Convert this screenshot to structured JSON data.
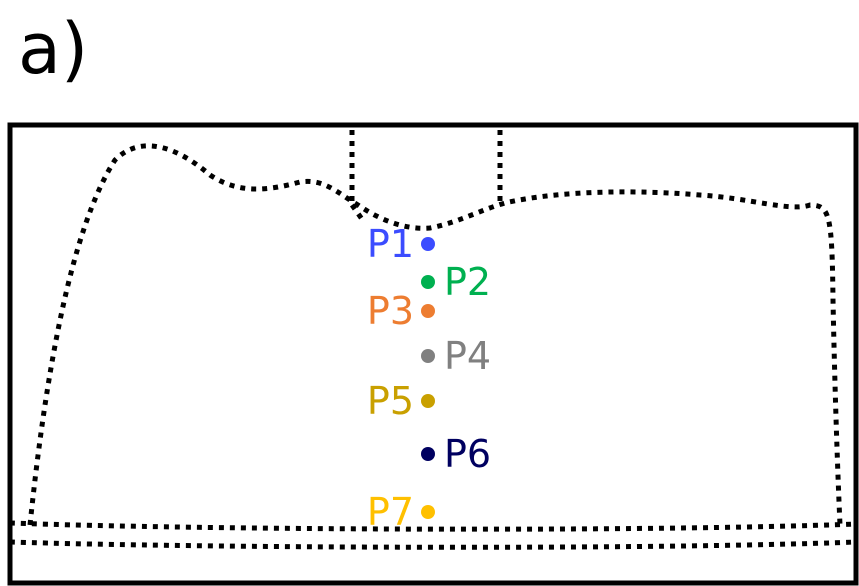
{
  "panel_label": "a)",
  "points": [
    {
      "label": "P1",
      "color": "#3b4cff",
      "side": "left"
    },
    {
      "label": "P2",
      "color": "#00b050",
      "side": "right"
    },
    {
      "label": "P3",
      "color": "#ed7d31",
      "side": "left"
    },
    {
      "label": "P4",
      "color": "#808080",
      "side": "right"
    },
    {
      "label": "P5",
      "color": "#c9a000",
      "side": "left"
    },
    {
      "label": "P6",
      "color": "#000060",
      "side": "right"
    },
    {
      "label": "P7",
      "color": "#ffc000",
      "side": "left"
    }
  ]
}
